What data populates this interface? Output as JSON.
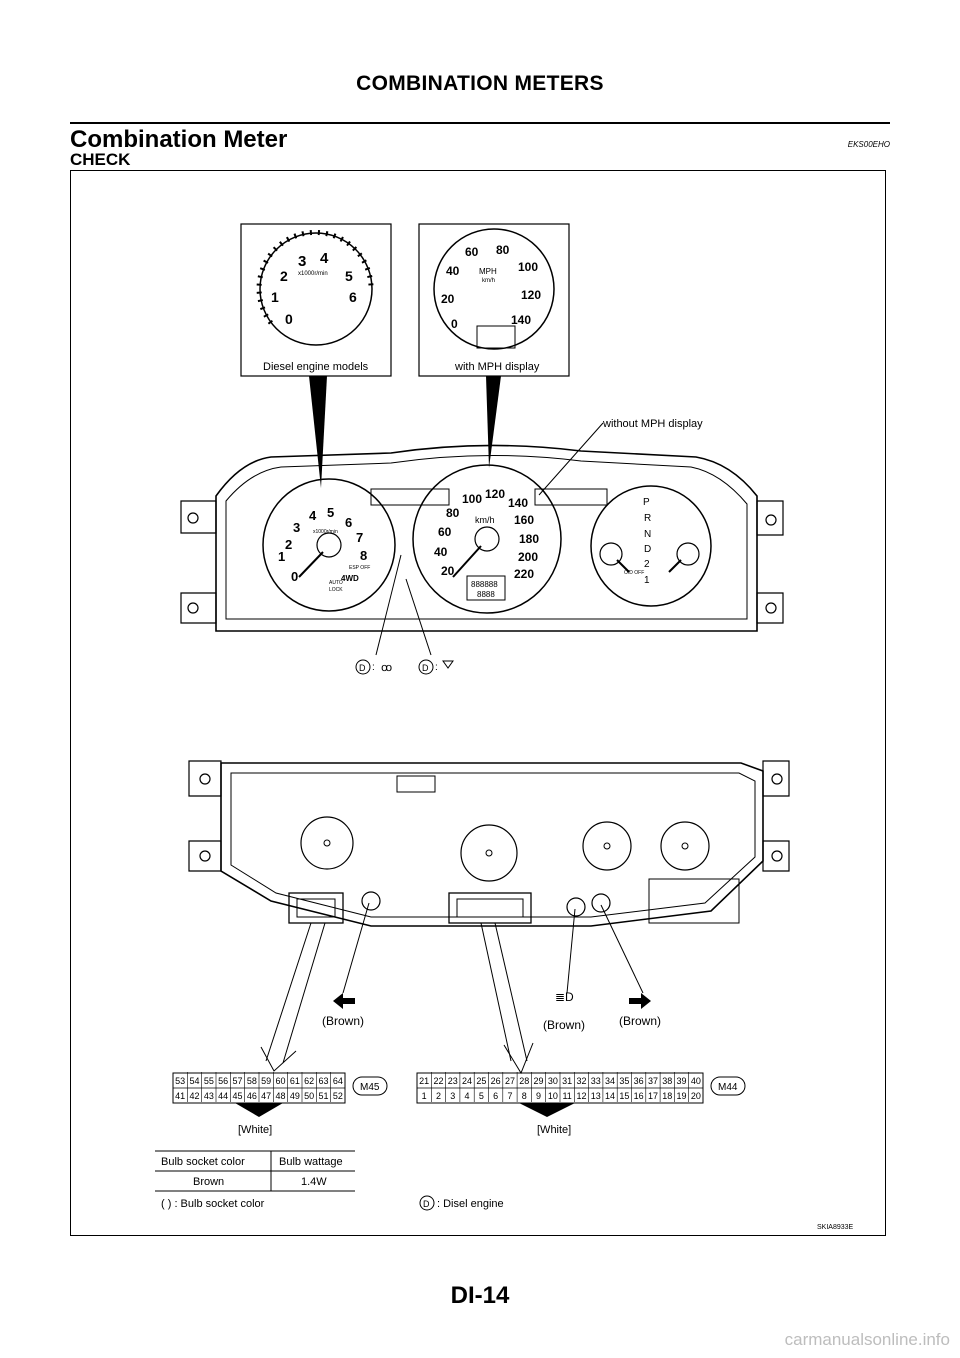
{
  "header": {
    "title": "COMBINATION METERS"
  },
  "section": {
    "title": "Combination Meter",
    "code": "EKS00EHO",
    "subtitle": "CHECK"
  },
  "insets": {
    "diesel": {
      "label": "Diesel engine models",
      "unit": "x1000r/min",
      "ticks": [
        "0",
        "1",
        "2",
        "3",
        "4",
        "5",
        "6"
      ]
    },
    "mph": {
      "label": "with MPH display",
      "unit": "MPH",
      "unit_small": "km/h",
      "ticks": [
        "0",
        "20",
        "40",
        "60",
        "80",
        "100",
        "120",
        "140"
      ]
    }
  },
  "callout": {
    "without_mph": "without MPH display"
  },
  "front_meter": {
    "tacho_ticks": [
      "0",
      "1",
      "2",
      "3",
      "4",
      "5",
      "6",
      "7",
      "8"
    ],
    "tacho_unit": "x1000r/min",
    "speedo_ticks": [
      "20",
      "40",
      "60",
      "80",
      "100",
      "120",
      "140",
      "160",
      "180",
      "200",
      "220"
    ],
    "speedo_unit": "km/h",
    "odo_text": "888888",
    "trip_text": "8888",
    "indicator_4wd": "4WD",
    "indicator_lock": "LOCK",
    "indicator_esp": "ESP OFF",
    "indicator_auto": "AUTO",
    "gear_positions": [
      "P",
      "R",
      "N",
      "D",
      "2",
      "1"
    ],
    "od_off": "O/D OFF"
  },
  "diesel_marks": {
    "d1_text": ":",
    "d2_text": ":",
    "d_letter": "D"
  },
  "bulbs": [
    {
      "label": "(Brown)"
    },
    {
      "label": "(Brown)"
    },
    {
      "label": "(Brown)"
    }
  ],
  "connector_m45": {
    "name": "M45",
    "top_row": [
      "53",
      "54",
      "55",
      "56",
      "57",
      "58",
      "59",
      "60",
      "61",
      "62",
      "63",
      "64"
    ],
    "bottom_row": [
      "41",
      "42",
      "43",
      "44",
      "45",
      "46",
      "47",
      "48",
      "49",
      "50",
      "51",
      "52"
    ],
    "color": "[White]"
  },
  "connector_m44": {
    "name": "M44",
    "top_row": [
      "21",
      "22",
      "23",
      "24",
      "25",
      "26",
      "27",
      "28",
      "29",
      "30",
      "31",
      "32",
      "33",
      "34",
      "35",
      "36",
      "37",
      "38",
      "39",
      "40"
    ],
    "bottom_row": [
      "1",
      "2",
      "3",
      "4",
      "5",
      "6",
      "7",
      "8",
      "9",
      "10",
      "11",
      "12",
      "13",
      "14",
      "15",
      "16",
      "17",
      "18",
      "19",
      "20"
    ],
    "color": "[White]"
  },
  "bulb_table": {
    "headers": [
      "Bulb socket color",
      "Bulb wattage"
    ],
    "rows": [
      [
        "Brown",
        "1.4W"
      ]
    ]
  },
  "legend": {
    "socket_note": "(    ) : Bulb socket color",
    "diesel_note": ": Disel engine",
    "d_letter": "D"
  },
  "figure_code": "SKIA8933E",
  "footer": {
    "page": "DI-14",
    "watermark": "carmanualsonline.info"
  }
}
